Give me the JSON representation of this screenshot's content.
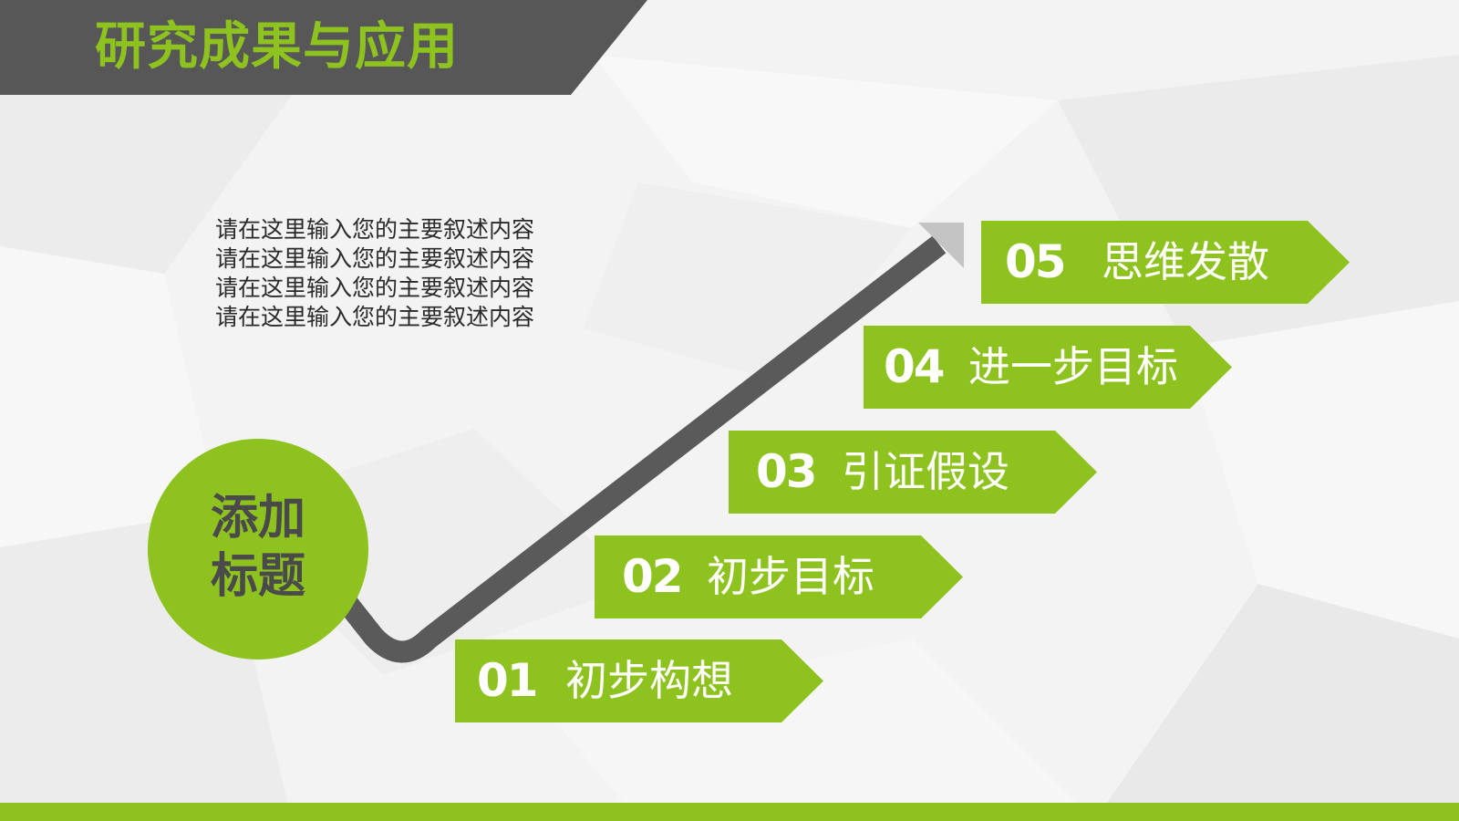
{
  "header": {
    "title": "研究成果与应用"
  },
  "description": {
    "lines": [
      "请在这里输入您的主要叙述内容",
      "请在这里输入您的主要叙述内容",
      "请在这里输入您的主要叙述内容",
      "请在这里输入您的主要叙述内容"
    ]
  },
  "center": {
    "line1": "添加",
    "line2": "标题"
  },
  "steps": [
    {
      "num": "01",
      "label": "初步构想"
    },
    {
      "num": "02",
      "label": "初步目标"
    },
    {
      "num": "03",
      "label": "引证假设"
    },
    {
      "num": "04",
      "label": "进一步目标"
    },
    {
      "num": "05",
      "label": "思维发散"
    }
  ],
  "colors": {
    "accent": "#8dc21f",
    "dark": "#575757",
    "arrow": "#5a5a5a",
    "arrowhead": "#c4c4c4",
    "background": "#f3f3f3"
  }
}
